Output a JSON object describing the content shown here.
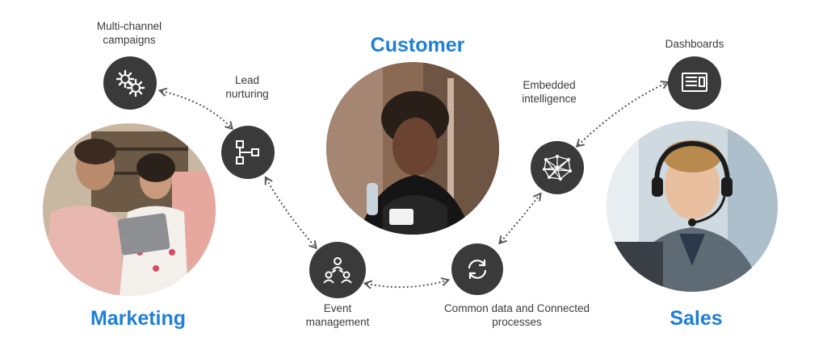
{
  "titles": {
    "customer": "Customer",
    "marketing": "Marketing",
    "sales": "Sales"
  },
  "captions": {
    "multichannel": "Multi-channel\ncampaigns",
    "lead": "Lead\nnurturing",
    "event": "Event\nmanagement",
    "common": "Common data and Connected\nprocesses",
    "embedded": "Embedded\nintelligence",
    "dashboards": "Dashboards"
  },
  "icons": {
    "multichannel": "gears-icon",
    "lead": "flowchart-icon",
    "event": "people-network-icon",
    "common": "sync-icon",
    "embedded": "network-mesh-icon",
    "dashboards": "dashboard-icon"
  },
  "colors": {
    "title": "#1f7fd6",
    "node": "#3a3a3a",
    "connector": "#555555",
    "caption": "#3b3b3b"
  }
}
